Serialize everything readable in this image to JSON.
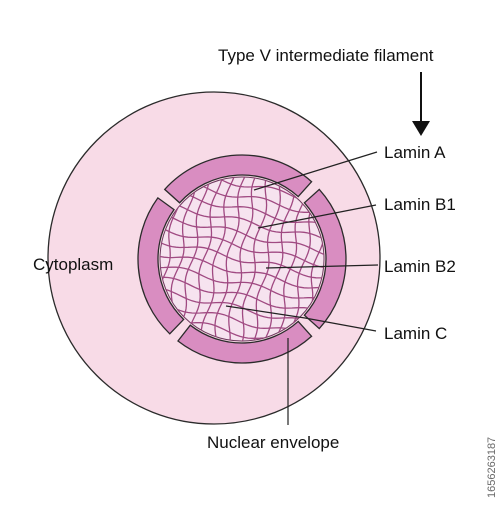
{
  "diagram": {
    "header_label": "Type V intermediate filament",
    "labels": {
      "lamin_a": "Lamin A",
      "lamin_b1": "Lamin B1",
      "lamin_b2": "Lamin B2",
      "lamin_c": "Lamin C",
      "cytoplasm": "Cytoplasm",
      "nuclear_envelope": "Nuclear envelope"
    },
    "side_code": "1656263187"
  },
  "colors": {
    "cytoplasm_fill": "#f8dbe7",
    "outline": "#2b2b2b",
    "envelope_fill": "#d98dc1",
    "nucleoplasm_fill": "#f6e3ef",
    "mesh_stroke": "#a04a82"
  },
  "icons": {
    "arrow": "down-arrow-icon"
  }
}
